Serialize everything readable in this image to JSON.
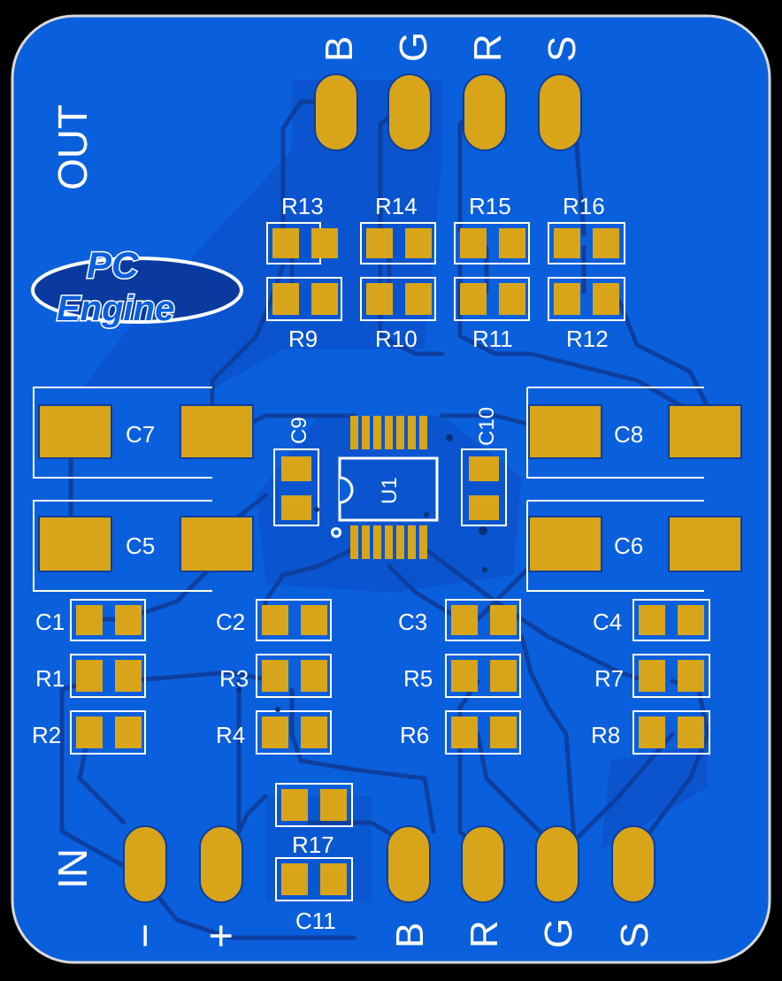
{
  "colors": {
    "background": "#000000",
    "board": "#0a5fdc",
    "copper_fill": "#1664e6",
    "trace": "#0d3fa0",
    "pad": "#d8a51a",
    "silkscreen": "#ffffff"
  },
  "board_labels": {
    "out": "OUT",
    "in": "IN"
  },
  "logo": {
    "line1": "PC",
    "line2": "Engine"
  },
  "top_connector": [
    "B",
    "G",
    "R",
    "S"
  ],
  "bottom_connector": [
    "B",
    "R",
    "G",
    "S"
  ],
  "power_pins": [
    "−",
    "+"
  ],
  "ic": {
    "ref": "U1",
    "pins_per_side": 7
  },
  "components": {
    "resistors": [
      "R1",
      "R2",
      "R3",
      "R4",
      "R5",
      "R6",
      "R7",
      "R8",
      "R9",
      "R10",
      "R11",
      "R12",
      "R13",
      "R14",
      "R15",
      "R16",
      "R17"
    ],
    "capacitors": [
      "C1",
      "C2",
      "C3",
      "C4",
      "C5",
      "C6",
      "C7",
      "C8",
      "C9",
      "C10",
      "C11"
    ]
  }
}
